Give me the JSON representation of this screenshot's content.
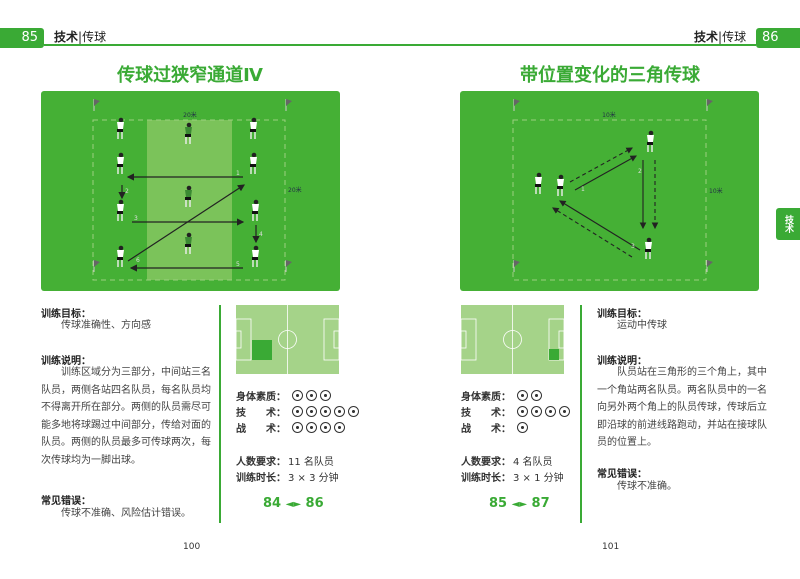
{
  "left_page": {
    "header": {
      "page_box": "85",
      "section": "技术",
      "divider": "|",
      "topic": "传球"
    },
    "title": "传球过狭窄通道Ⅳ",
    "diagram": {
      "width_label": "20米",
      "height_label": "20米",
      "pass_labels": [
        "1",
        "2",
        "3",
        "4",
        "5",
        "6"
      ]
    },
    "goal": {
      "heading": "训练目标：",
      "text": "传球准确性、方向感"
    },
    "description": {
      "heading": "训练说明：",
      "text": "训练区域分为三部分，中间站三名队员，两侧各站四名队员，每名队员均不得离开所在部分。两侧的队员需尽可能多地将球踢过中间部分，传给对面的队员。两侧的队员最多可传球两次，每次传球均为一脚出球。"
    },
    "mistakes": {
      "heading": "常见错误：",
      "text": "传球不准确、风险估计错误。"
    },
    "ratings": [
      {
        "label": "身体素质：",
        "value": 3
      },
      {
        "label": "技　　术：",
        "value": 5
      },
      {
        "label": "战　　术：",
        "value": 4
      }
    ],
    "players": {
      "label": "人数要求：",
      "value": "11 名队员"
    },
    "duration": {
      "label": "训练时长：",
      "value": "3 × 3 分钟"
    },
    "nav": {
      "prev": "84",
      "arrows": "◄►",
      "next": "86"
    },
    "page_number": "100"
  },
  "right_page": {
    "header": {
      "page_box": "86",
      "section": "技术",
      "divider": "|",
      "topic": "传球"
    },
    "title": "带位置变化的三角传球",
    "diagram": {
      "width_label": "10米",
      "height_label": "10米",
      "pass_labels": [
        "1",
        "2",
        "3"
      ]
    },
    "goal": {
      "heading": "训练目标：",
      "text": "运动中传球"
    },
    "description": {
      "heading": "训练说明：",
      "text": "队员站在三角形的三个角上，其中一个角站两名队员。两名队员中的一名向另外两个角上的队员传球，传球后立即沿球的前进线路跑动，并站在接球队员的位置上。"
    },
    "mistakes": {
      "heading": "常见错误：",
      "text": "传球不准确。"
    },
    "ratings": [
      {
        "label": "身体素质：",
        "value": 2
      },
      {
        "label": "技　　术：",
        "value": 4
      },
      {
        "label": "战　　术：",
        "value": 1
      }
    ],
    "players": {
      "label": "人数要求：",
      "value": "4 名队员"
    },
    "duration": {
      "label": "训练时长：",
      "value": "3 × 1 分钟"
    },
    "nav": {
      "prev": "85",
      "arrows": "◄►",
      "next": "87"
    },
    "page_number": "101",
    "side_tab": "技术"
  },
  "colors": {
    "accent": "#3aaa35",
    "field": "#45b035",
    "pitch_light": "#a5d389"
  }
}
